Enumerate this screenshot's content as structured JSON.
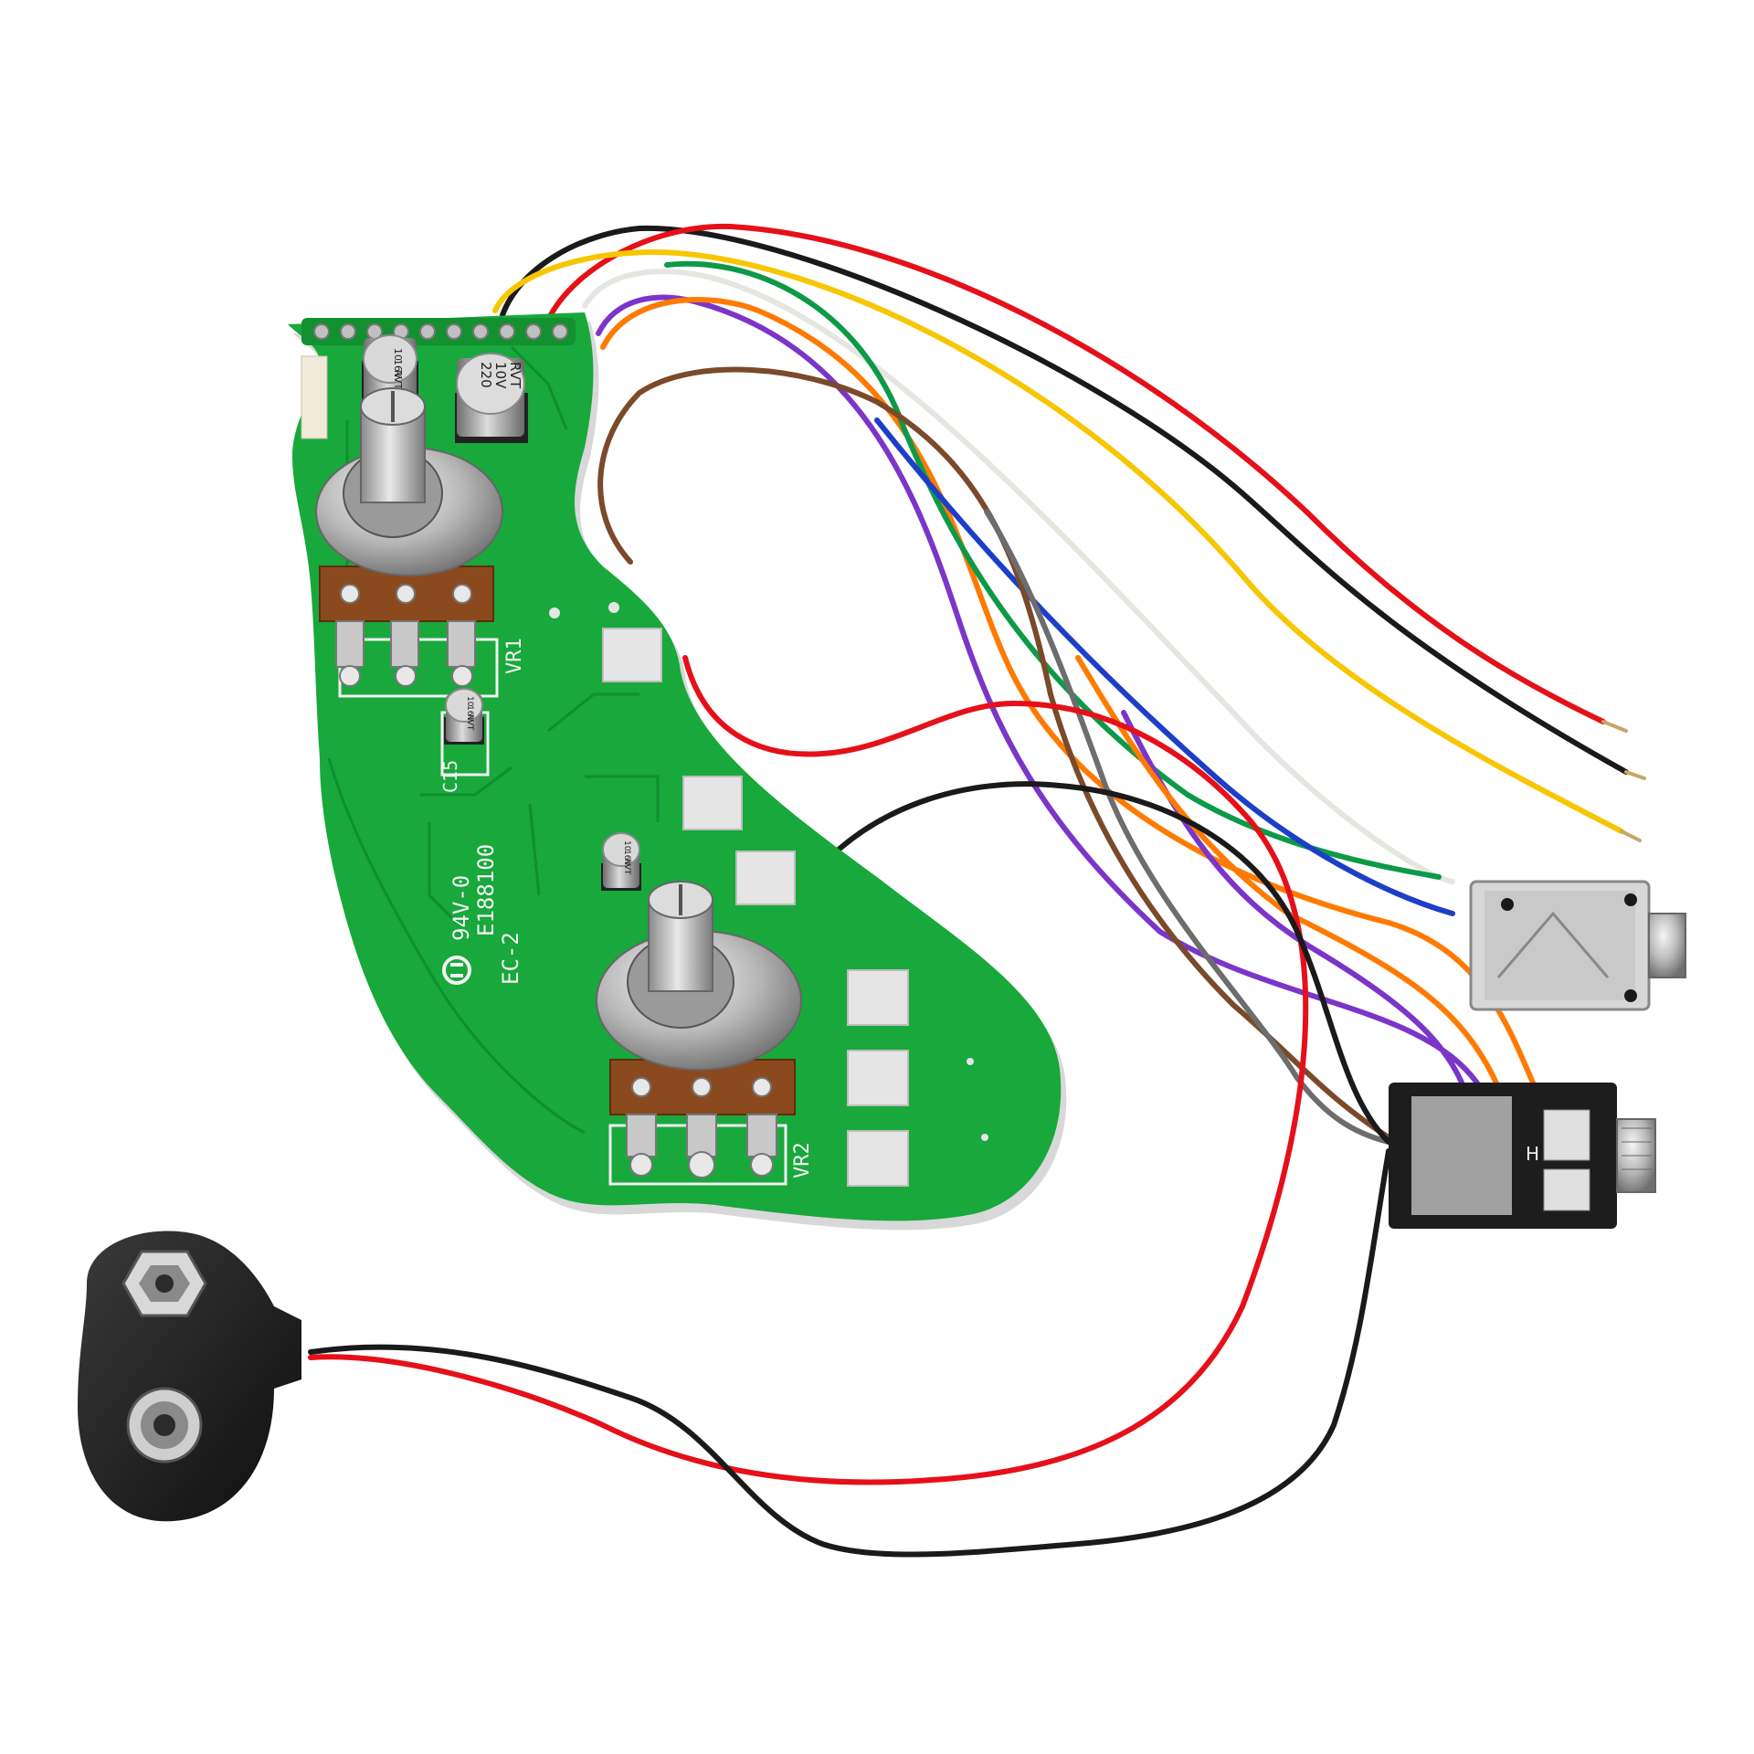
{
  "pcb": {
    "color": "#18a83c",
    "silkscreen": {
      "vr1": "VR1",
      "vr2": "VR2",
      "c15": "C15",
      "rating": "94V-0",
      "ul_code": "E188100",
      "model": "EC-2"
    }
  },
  "capacitors": [
    {
      "value": "10",
      "voltage": "16V",
      "brand": "RVT"
    },
    {
      "value": "220",
      "voltage": "10V",
      "brand": "RVT"
    },
    {
      "value": "10",
      "voltage": "16V",
      "brand": "RVT"
    },
    {
      "value": "10",
      "voltage": "16V",
      "brand": "RVT"
    }
  ],
  "jack_switch_label": "H",
  "wire_colors": {
    "black": "#1a1a1a",
    "red": "#e5101a",
    "yellow": "#f7c600",
    "white": "#e6e6e0",
    "purple": "#7b35c8",
    "orange": "#ff7a00",
    "green": "#0d9a48",
    "blue": "#1d3fc8",
    "brown": "#7a4a2a",
    "gray": "#6d6d6d"
  },
  "battery_snap_color": "#1e1e1e"
}
